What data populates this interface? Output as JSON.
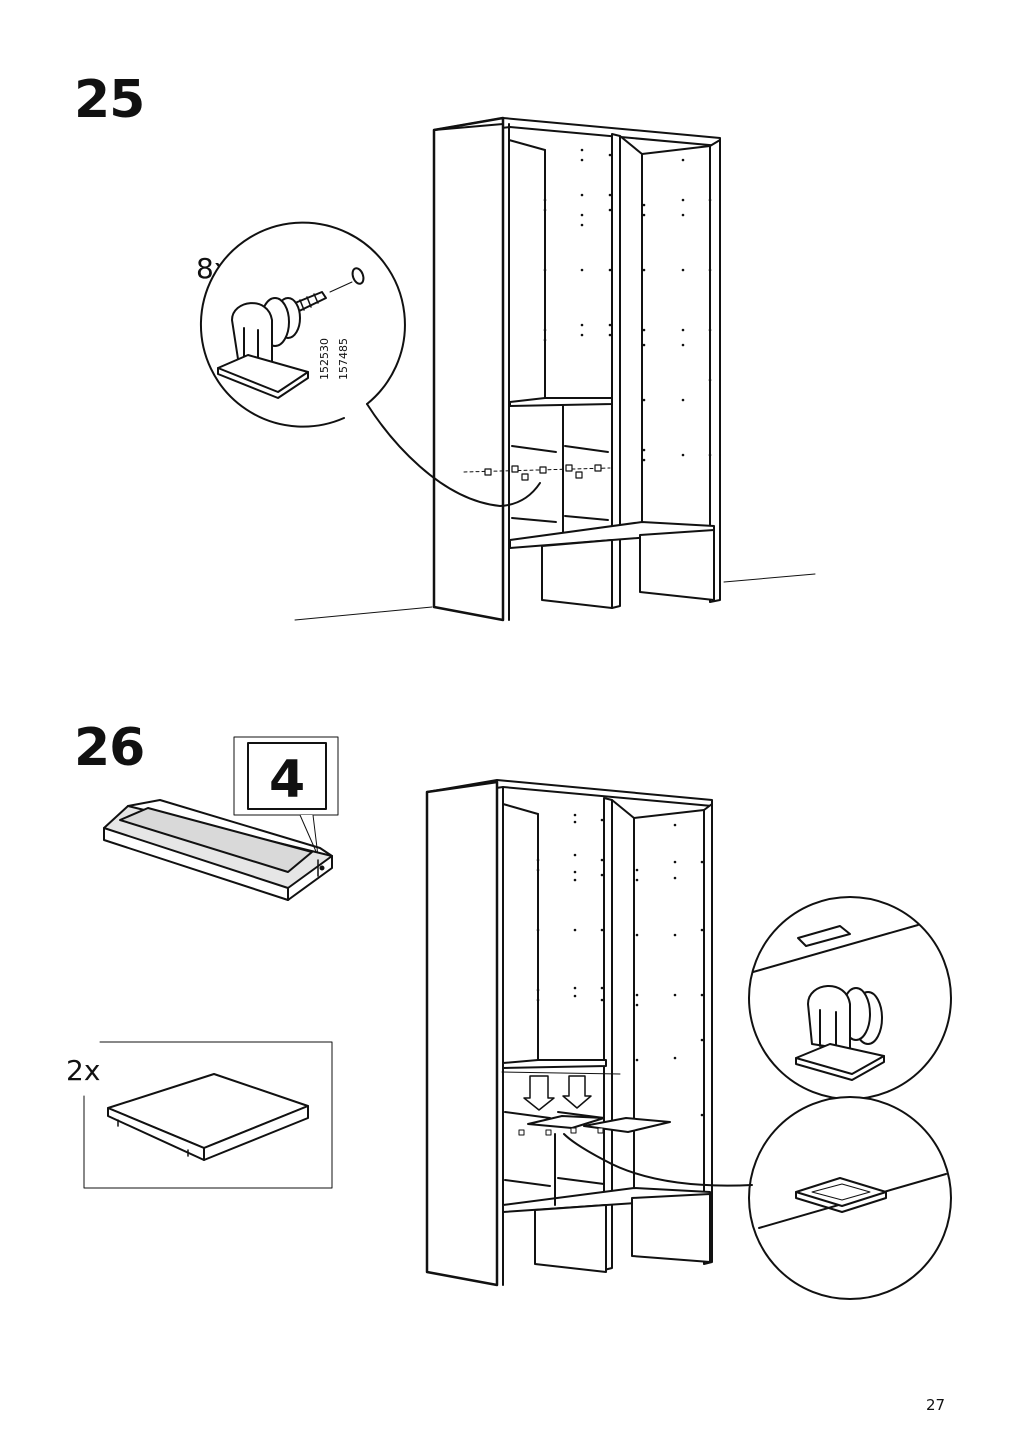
{
  "steps": [
    {
      "number": "25",
      "callout": {
        "quantity": "8x",
        "article_numbers": [
          "152530",
          "157485"
        ]
      }
    },
    {
      "number": "26",
      "reference_step": "4",
      "shelf_quantity": "2x"
    }
  ],
  "page_number": "27",
  "colors": {
    "line": "#111111",
    "fill": "#ffffff",
    "shade": "#d9d9d9"
  }
}
